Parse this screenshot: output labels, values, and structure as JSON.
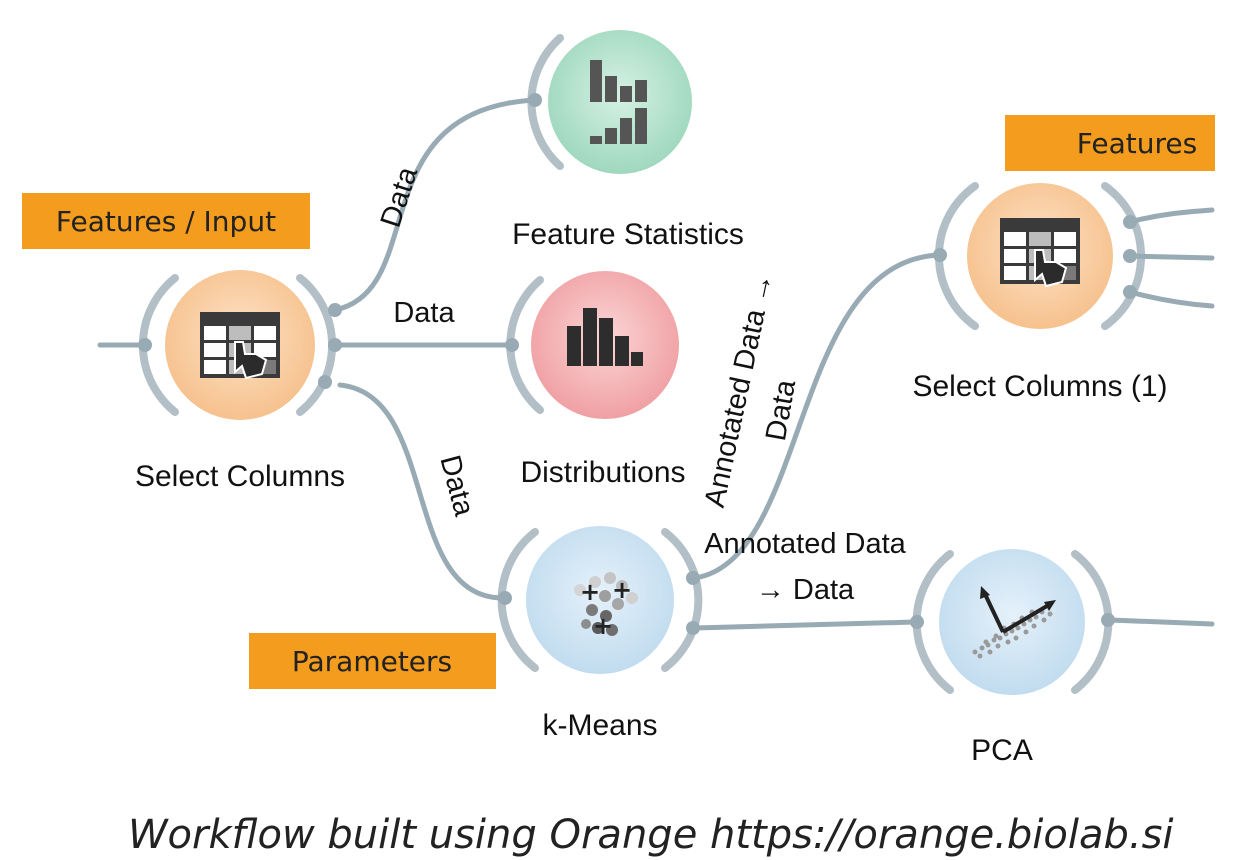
{
  "tags": {
    "features_input": "Features / Input",
    "features": "Features",
    "parameters": "Parameters"
  },
  "nodes": {
    "select_columns": "Select Columns",
    "feature_statistics": "Feature Statistics",
    "distributions": "Distributions",
    "k_means": "k-Means",
    "select_columns_1": "Select Columns (1)",
    "pca": "PCA"
  },
  "links": {
    "to_feature_statistics": "Data",
    "to_distributions": "Data",
    "to_k_means": "Data",
    "kmeans_to_select_line1": "Annotated Data →",
    "kmeans_to_select_line2": "Data",
    "kmeans_to_pca_line1": "Annotated Data",
    "kmeans_to_pca_line2": "→ Data"
  },
  "caption": "Workflow built using Orange https://orange.biolab.si",
  "colors": {
    "tag": "#f39c1e",
    "link": "#98aab4",
    "data_widget": "#f7c99a",
    "visualize_widget_green": "#a8dcc6",
    "visualize_widget_red": "#f3a7a9",
    "unsupervised_widget": "#c6dff0"
  }
}
